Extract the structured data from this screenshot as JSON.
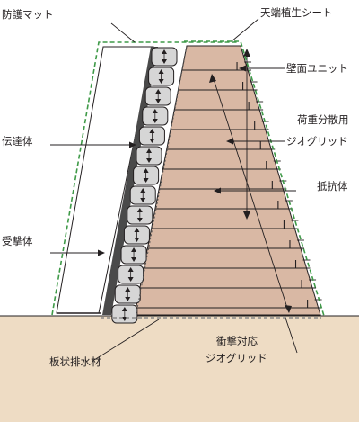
{
  "labels": {
    "bouhu_mat": "防護マット",
    "tenba_sheet": "天端植生シート",
    "hekimen_unit": "壁面ユニット",
    "kajuu_line1": "荷重分散用",
    "kajuu_line2": "ジオグリッド",
    "dentatsu": "伝達体",
    "teikou": "抵抗体",
    "ukegeki": "受撃体",
    "itajou": "板状排水材",
    "shougeki_line1": "衝撃対応",
    "shougeki_line2": "ジオグリッド"
  },
  "colors": {
    "ground": "#eedcc4",
    "earth_fill": "#d9b8a4",
    "mat_fill": "#ffffff",
    "unit_fill": "#d6d6d6",
    "green_dash": "#3f9a48",
    "gray_dash": "#8a8a8a",
    "line": "#231f20"
  }
}
